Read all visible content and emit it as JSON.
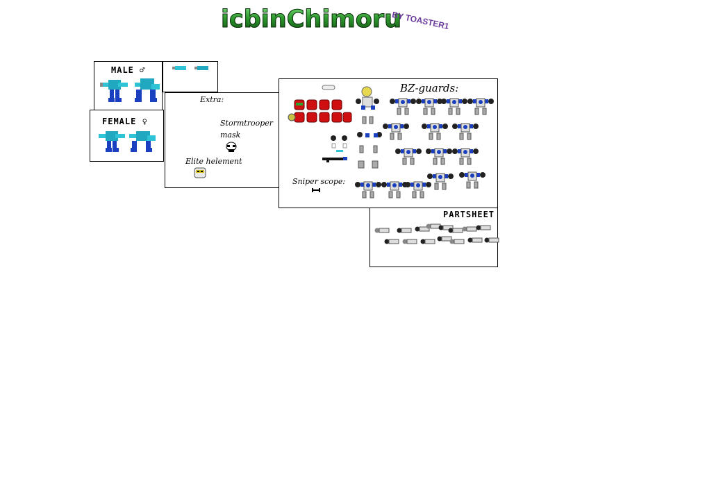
{
  "header": {
    "title": "icbinChimoru",
    "byline": "BY TOASTER1"
  },
  "sections": {
    "male": {
      "label": "MALE ♂"
    },
    "female": {
      "label": "FEMALE ♀"
    },
    "extra": {
      "label": "Extra:",
      "stormtrooper_line1": "Stormtrooper",
      "stormtrooper_line2": "mask",
      "elite": "Elite helement"
    },
    "bz": {
      "label": "BZ-guards:",
      "sniper": "Sniper scope:"
    },
    "partsheet": {
      "label": "PARTSHEET"
    }
  },
  "colors": {
    "cyan": "#2ec4d6",
    "blue": "#1a3fbf",
    "red": "#d01010",
    "grey": "#b9b9b9",
    "dark": "#222222",
    "title_green": "#2e9a2e",
    "byline_purple": "#6a3a9a"
  }
}
